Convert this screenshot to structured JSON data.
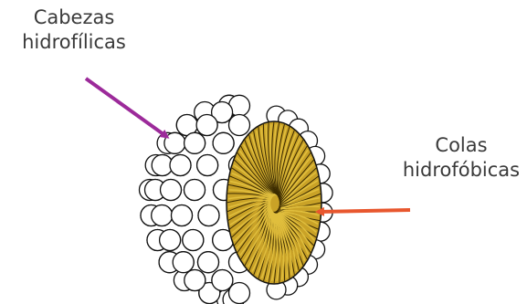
{
  "labels": {
    "heads": {
      "line1": "Cabezas",
      "line2": "hidrofílicas",
      "arrow_color": "#9c2a9a"
    },
    "tails": {
      "line1": "Colas",
      "line2": "hidrofóbicas",
      "arrow_color": "#e8572e"
    }
  },
  "colors": {
    "head_fill": "#ffffff",
    "head_stroke": "#111111",
    "tail_fill": "#c9a227",
    "tail_line": "#3a2a00",
    "text": "#3a3a3a"
  }
}
